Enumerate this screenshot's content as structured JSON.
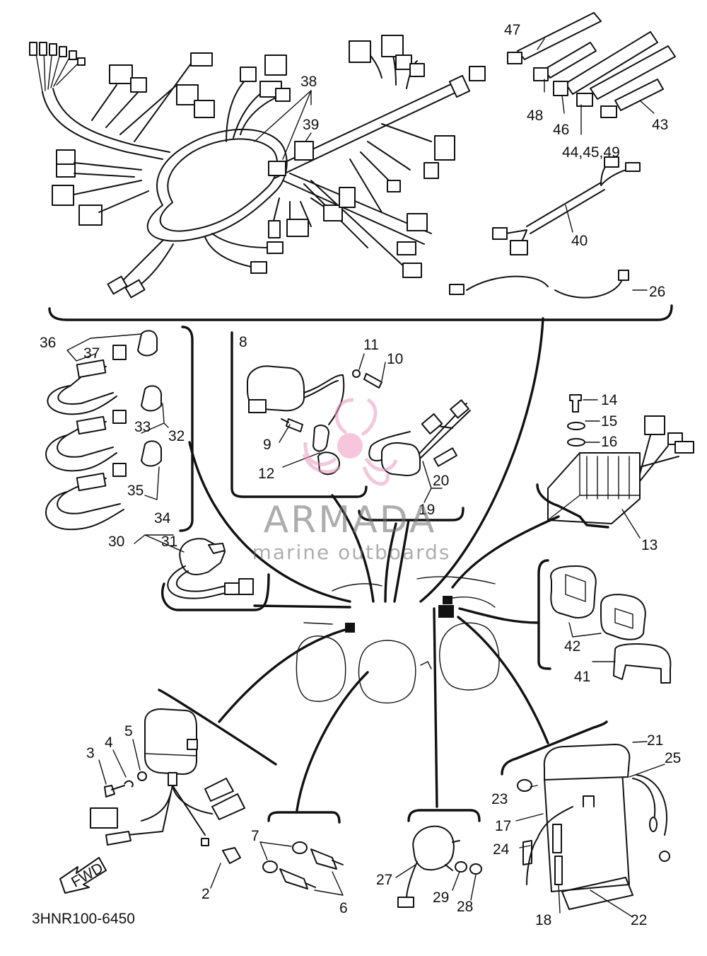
{
  "diagram": {
    "part_code": "3HNR100-6450",
    "fwd_label": "FWD",
    "callouts": {
      "c1": "47",
      "c2": "48",
      "c3": "46",
      "c4": "44,45,49",
      "c5": "43",
      "c6": "38",
      "c7": "39",
      "c8": "40",
      "c9": "26",
      "c10": "36",
      "c11": "37",
      "c12": "33",
      "c13": "32",
      "c14": "35",
      "c15": "34",
      "c16": "8",
      "c17": "11",
      "c18": "10",
      "c19": "9",
      "c20": "12",
      "c21": "20",
      "c22": "19",
      "c23": "14",
      "c24": "15",
      "c25": "16",
      "c26": "13",
      "c27": "30",
      "c28": "31",
      "c29": "42",
      "c30": "41",
      "c31": "3",
      "c32": "4",
      "c33": "5",
      "c34": "2",
      "c35": "7",
      "c36": "6",
      "c37": "27",
      "c38": "29",
      "c39": "28",
      "c40": "21",
      "c41": "25",
      "c42": "23",
      "c43": "17",
      "c44": "24",
      "c45": "18",
      "c46": "22"
    }
  },
  "watermark": {
    "brand": "ARMADA",
    "tagline": "marine outboards",
    "colors": {
      "brand_text": "#6b6b6b",
      "logo_accent": "#e89abf",
      "logo_center": "#e86aa6"
    }
  }
}
